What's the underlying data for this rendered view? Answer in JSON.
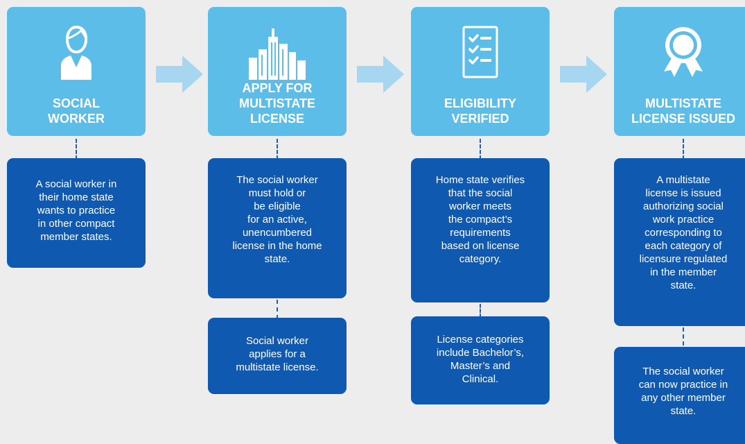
{
  "colors": {
    "header_bg": "#5bbde8",
    "card_bg": "#1059b0",
    "arrow": "#a6d6f0",
    "page_bg": "#ededed"
  },
  "steps": [
    {
      "icon": "person-icon",
      "title_lines": [
        "SOCIAL",
        "WORKER"
      ],
      "cards": [
        {
          "lines": [
            "A social worker in",
            "their home state",
            "wants to practice",
            "in other compact",
            "member states."
          ]
        }
      ]
    },
    {
      "icon": "city-buildings-icon",
      "title_lines": [
        "APPLY FOR",
        "MULTISTATE",
        "LICENSE"
      ],
      "cards": [
        {
          "lines": [
            "The social worker",
            "must hold or",
            "be eligible",
            "for an active,",
            "unencumbered",
            "license in the home",
            "state."
          ]
        },
        {
          "lines": [
            "Social worker",
            "applies for a",
            "multistate license."
          ]
        }
      ]
    },
    {
      "icon": "checklist-icon",
      "title_lines": [
        "ELIGIBILITY",
        "VERIFIED"
      ],
      "cards": [
        {
          "lines": [
            "Home state verifies",
            "that the social",
            "worker meets",
            "the compact’s",
            "requirements",
            "based on license",
            "category."
          ]
        },
        {
          "lines": [
            "License categories",
            "include Bachelor’s,",
            "Master’s and",
            "Clinical."
          ]
        }
      ]
    },
    {
      "icon": "award-ribbon-icon",
      "title_lines": [
        "MULTISTATE",
        "LICENSE ISSUED"
      ],
      "cards": [
        {
          "lines": [
            "A multistate",
            "license is issued",
            "authorizing social",
            "work practice",
            "corresponding to",
            "each category of",
            "licensure regulated",
            "in the member",
            "state."
          ]
        },
        {
          "lines": [
            "The social worker",
            "can now practice in",
            "any other member",
            "state."
          ]
        }
      ]
    }
  ]
}
